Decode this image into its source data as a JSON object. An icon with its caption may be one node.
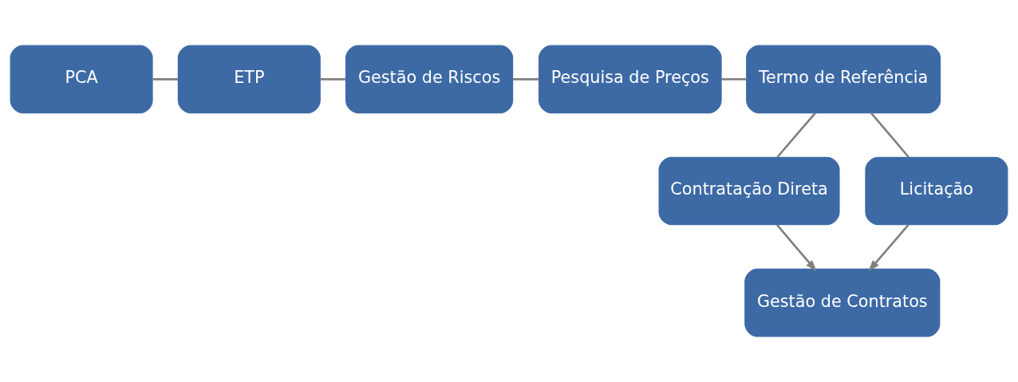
{
  "diagram": {
    "nodes": [
      {
        "text": [
          "PCA"
        ]
      },
      {
        "text": [
          "ETP"
        ]
      },
      {
        "text": [
          "Gestão de Riscos"
        ]
      },
      {
        "text": [
          "Pesquisa de Preços"
        ]
      },
      {
        "text": [
          "Termo de Referência"
        ]
      },
      {
        "text": [
          "Contratação Direta"
        ]
      },
      {
        "text": [
          "Licitação"
        ]
      },
      {
        "text": [
          "Gestão de Contratos"
        ]
      }
    ],
    "edges": [
      {
        "from": 0,
        "to": 1,
        "arrow": "none"
      },
      {
        "from": 1,
        "to": 2,
        "arrow": "none"
      },
      {
        "from": 2,
        "to": 3,
        "arrow": "none"
      },
      {
        "from": 3,
        "to": 4,
        "arrow": "none"
      },
      {
        "from": 4,
        "to": 5,
        "arrow": "none"
      },
      {
        "from": 4,
        "to": 6,
        "arrow": "none"
      },
      {
        "from": 6,
        "to": 7,
        "arrow": "to"
      },
      {
        "from": 5,
        "to": 7,
        "arrow": "to"
      }
    ]
  }
}
